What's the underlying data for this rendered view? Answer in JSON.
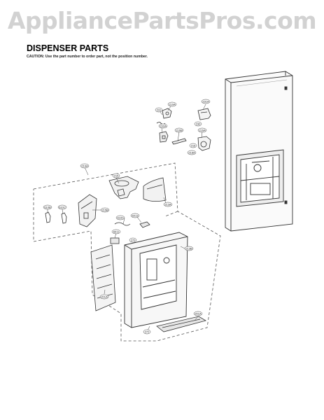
{
  "watermark": "AppliancePartsPros.com",
  "title": "DISPENSER PARTS",
  "caution": "CAUTION: Use the part number to order part, not the position number.",
  "callouts": [
    {
      "id": "c1",
      "text": "231A"
    },
    {
      "id": "c2",
      "text": "210A"
    },
    {
      "id": "c3",
      "text": "231"
    },
    {
      "id": "c4",
      "text": "230"
    },
    {
      "id": "c5",
      "text": "232A"
    },
    {
      "id": "c6",
      "text": "216B"
    },
    {
      "id": "c7",
      "text": "216"
    },
    {
      "id": "c8",
      "text": "216A"
    },
    {
      "id": "c9",
      "text": "218A"
    },
    {
      "id": "c10",
      "text": "219A"
    },
    {
      "id": "c11",
      "text": "215"
    },
    {
      "id": "c12",
      "text": "213A"
    },
    {
      "id": "c13",
      "text": "215B"
    },
    {
      "id": "c14",
      "text": "610B"
    },
    {
      "id": "c15",
      "text": "610C"
    },
    {
      "id": "c16",
      "text": "6100"
    },
    {
      "id": "c17",
      "text": "6013"
    },
    {
      "id": "c18",
      "text": "6011"
    },
    {
      "id": "c19",
      "text": "213B"
    },
    {
      "id": "c20",
      "text": "201A"
    },
    {
      "id": "c21",
      "text": "272"
    },
    {
      "id": "c22",
      "text": "201A"
    },
    {
      "id": "c23",
      "text": "270"
    }
  ]
}
